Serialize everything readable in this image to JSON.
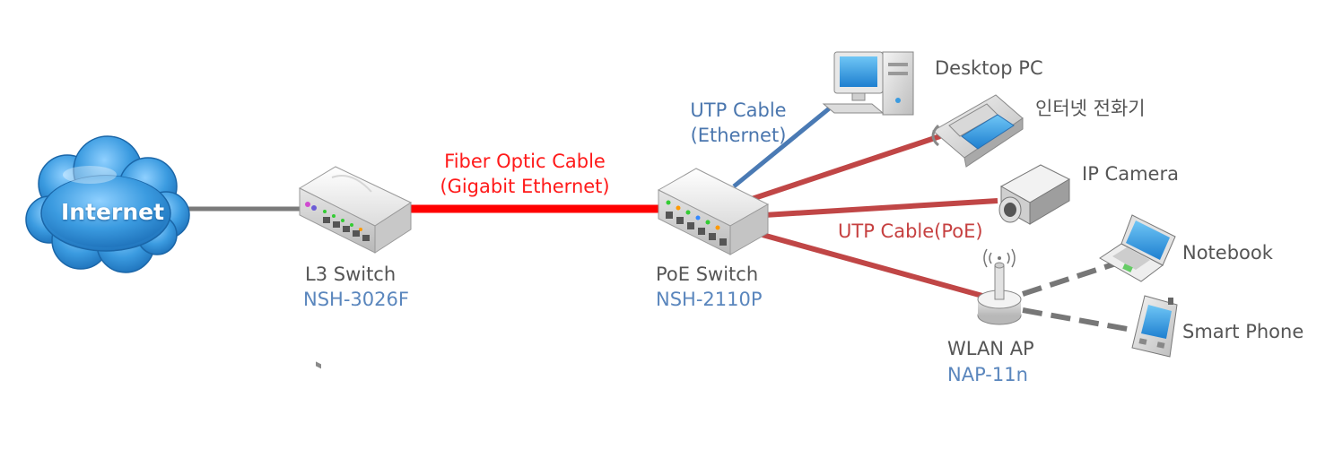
{
  "internet": {
    "label": "Internet"
  },
  "l3_switch": {
    "name": "L3 Switch",
    "model": "NSH-3026F"
  },
  "poe_switch": {
    "name": "PoE Switch",
    "model": "NSH-2110P"
  },
  "wlan_ap": {
    "name": "WLAN AP",
    "model": "NAP-11n"
  },
  "fiber_cable": {
    "line1": "Fiber Optic Cable",
    "line2": "(Gigabit Ethernet)"
  },
  "utp_cable": {
    "line1": "UTP Cable",
    "line2": "(Ethernet)"
  },
  "utp_poe_cable": {
    "label": "UTP Cable(PoE)"
  },
  "devices": {
    "desktop_pc": "Desktop PC",
    "internet_phone": "인터넷 전화기",
    "ip_camera": "IP Camera",
    "notebook": "Notebook",
    "smart_phone": "Smart Phone"
  },
  "colors": {
    "fiber": "#ff0000",
    "utp": "#4a7ab4",
    "poe": "#c04646",
    "wireless": "#777777",
    "uplink": "#7a7a7a",
    "cloud": "#3b9be0"
  }
}
